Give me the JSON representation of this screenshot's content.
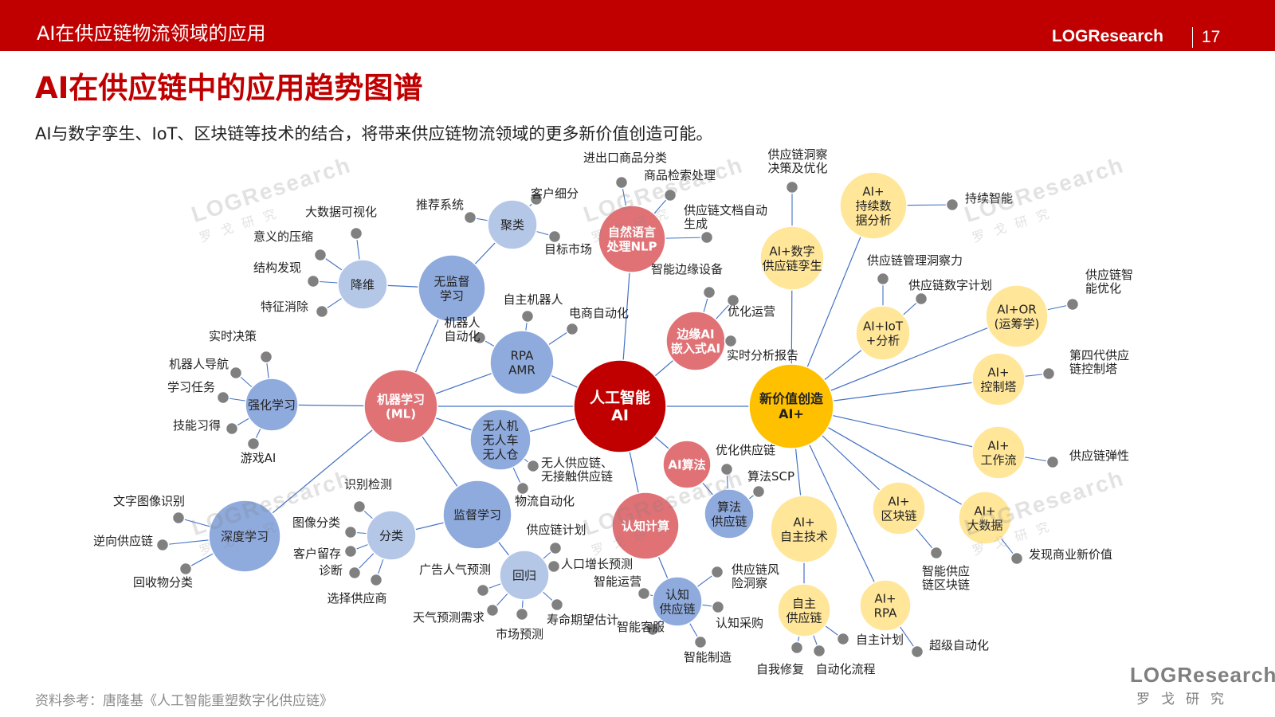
{
  "header": {
    "section_title": "AI在供应链物流领域的应用",
    "brand": "LOGResearch",
    "page_number": "17"
  },
  "title": "AI在供应链中的应用趋势图谱",
  "subtitle": "AI与数字孪生、IoT、区块链等技术的结合，将带来供应链物流领域的更多新价值创造可能。",
  "footer": {
    "source": "资料参考：唐隆基《人工智能重塑数字化供应链》"
  },
  "watermark": {
    "logo_text": "LOGResearch",
    "cn": "罗戈研究"
  },
  "logo": {
    "brand": "LOGResearch",
    "cn": "罗戈研究"
  },
  "colors": {
    "red_bar": "#c00000",
    "hub": "#c00000",
    "gold": "#ffc000",
    "pink": "#e07276",
    "blue": "#8faadc",
    "lightblue": "#b4c7e7",
    "yellow": "#ffe699",
    "gray_dot": "#808080",
    "line": "#4472c4"
  },
  "nodes": [
    {
      "id": "ai",
      "label": "人工智能\nAI",
      "style": "hub"
    },
    {
      "id": "newvalue",
      "label": "新价值创造\nAI+",
      "style": "gold"
    },
    {
      "id": "ml",
      "label": "机器学习\n(ML)",
      "style": "pink"
    },
    {
      "id": "nlp",
      "label": "自然语言\n处理NLP",
      "style": "pink"
    },
    {
      "id": "edge",
      "label": "边缘AI\n嵌入式AI",
      "style": "pink"
    },
    {
      "id": "algo",
      "label": "AI算法",
      "style": "pink"
    },
    {
      "id": "cognitive",
      "label": "认知计算",
      "style": "pink"
    },
    {
      "id": "unsup",
      "label": "无监督\n学习",
      "style": "blue"
    },
    {
      "id": "rpa",
      "label": "RPA\nAMR",
      "style": "blue"
    },
    {
      "id": "rl",
      "label": "强化学习",
      "style": "blue"
    },
    {
      "id": "unmanned",
      "label": "无人机\n无人车\n无人仓",
      "style": "blue"
    },
    {
      "id": "sup",
      "label": "监督学习",
      "style": "blue"
    },
    {
      "id": "dl",
      "label": "深度学习",
      "style": "blue"
    },
    {
      "id": "cogsc",
      "label": "认知\n供应链",
      "style": "blue"
    },
    {
      "id": "algosc",
      "label": "算法\n供应链",
      "style": "blue"
    },
    {
      "id": "cluster",
      "label": "聚类",
      "style": "lightblue"
    },
    {
      "id": "dimred",
      "label": "降维",
      "style": "lightblue"
    },
    {
      "id": "classify",
      "label": "分类",
      "style": "lightblue"
    },
    {
      "id": "regress",
      "label": "回归",
      "style": "lightblue"
    },
    {
      "id": "digtwin",
      "label": "AI+数字\n供应链孪生",
      "style": "yellow"
    },
    {
      "id": "contdata",
      "label": "AI+\n持续数\n据分析",
      "style": "yellow"
    },
    {
      "id": "iot",
      "label": "AI+IoT\n+分析",
      "style": "yellow"
    },
    {
      "id": "or",
      "label": "AI+OR\n(运筹学)",
      "style": "yellow"
    },
    {
      "id": "tower",
      "label": "AI+\n控制塔",
      "style": "yellow"
    },
    {
      "id": "workflow",
      "label": "AI+\n工作流",
      "style": "yellow"
    },
    {
      "id": "bigdata",
      "label": "AI+\n大数据",
      "style": "yellow"
    },
    {
      "id": "chain",
      "label": "AI+\n区块链",
      "style": "yellow"
    },
    {
      "id": "autotech",
      "label": "AI+\n自主技术",
      "style": "yellow"
    },
    {
      "id": "rpa2",
      "label": "AI+\nRPA",
      "style": "yellow"
    },
    {
      "id": "autosc",
      "label": "自主\n供应链",
      "style": "yellow"
    }
  ],
  "edges": [
    [
      "ai",
      "newvalue"
    ],
    [
      "ai",
      "ml"
    ],
    [
      "ai",
      "nlp"
    ],
    [
      "ai",
      "edge"
    ],
    [
      "ai",
      "algo"
    ],
    [
      "ai",
      "cognitive"
    ],
    [
      "ai",
      "rpa"
    ],
    [
      "ai",
      "unmanned"
    ],
    [
      "ml",
      "unsup"
    ],
    [
      "ml",
      "rpa"
    ],
    [
      "ml",
      "rl"
    ],
    [
      "ml",
      "unmanned"
    ],
    [
      "ml",
      "sup"
    ],
    [
      "ml",
      "dl"
    ],
    [
      "unsup",
      "cluster"
    ],
    [
      "unsup",
      "dimred"
    ],
    [
      "sup",
      "classify"
    ],
    [
      "sup",
      "regress"
    ],
    [
      "cognitive",
      "cogsc"
    ],
    [
      "algo",
      "algosc"
    ],
    [
      "newvalue",
      "digtwin"
    ],
    [
      "newvalue",
      "contdata"
    ],
    [
      "newvalue",
      "iot"
    ],
    [
      "newvalue",
      "or"
    ],
    [
      "newvalue",
      "tower"
    ],
    [
      "newvalue",
      "workflow"
    ],
    [
      "newvalue",
      "bigdata"
    ],
    [
      "newvalue",
      "chain"
    ],
    [
      "newvalue",
      "autotech"
    ],
    [
      "newvalue",
      "rpa2"
    ],
    [
      "autotech",
      "autosc"
    ]
  ],
  "leaves": [
    {
      "parent": "cluster",
      "label": "推荐系统"
    },
    {
      "parent": "cluster",
      "label": "客户细分"
    },
    {
      "parent": "cluster",
      "label": "目标市场"
    },
    {
      "parent": "dimred",
      "label": "大数据可视化"
    },
    {
      "parent": "dimred",
      "label": "意义的压缩"
    },
    {
      "parent": "dimred",
      "label": "结构发现"
    },
    {
      "parent": "dimred",
      "label": "特征消除"
    },
    {
      "parent": "rpa",
      "label": "自主机器人"
    },
    {
      "parent": "rpa",
      "label": "电商自动化"
    },
    {
      "parent": "rpa",
      "label": "机器人\n自动化"
    },
    {
      "parent": "rl",
      "label": "实时决策"
    },
    {
      "parent": "rl",
      "label": "机器人导航"
    },
    {
      "parent": "rl",
      "label": "学习任务"
    },
    {
      "parent": "rl",
      "label": "技能习得"
    },
    {
      "parent": "rl",
      "label": "游戏AI"
    },
    {
      "parent": "nlp",
      "label": "进出口商品分类"
    },
    {
      "parent": "nlp",
      "label": "商品检索处理"
    },
    {
      "parent": "nlp",
      "label": "供应链文档自动\n生成"
    },
    {
      "parent": "edge",
      "label": "智能边缘设备"
    },
    {
      "parent": "edge",
      "label": "优化运营"
    },
    {
      "parent": "edge",
      "label": "实时分析报告"
    },
    {
      "parent": "unmanned",
      "label": "无人供应链、\n无接触供应链"
    },
    {
      "parent": "unmanned",
      "label": "物流自动化"
    },
    {
      "parent": "algosc",
      "label": "优化供应链"
    },
    {
      "parent": "algosc",
      "label": "算法SCP"
    },
    {
      "parent": "dl",
      "label": "文字图像识别"
    },
    {
      "parent": "dl",
      "label": "逆向供应链"
    },
    {
      "parent": "dl",
      "label": "回收物分类"
    },
    {
      "parent": "classify",
      "label": "识别检测"
    },
    {
      "parent": "classify",
      "label": "图像分类"
    },
    {
      "parent": "classify",
      "label": "客户留存"
    },
    {
      "parent": "classify",
      "label": "诊断"
    },
    {
      "parent": "classify",
      "label": "选择供应商"
    },
    {
      "parent": "regress",
      "label": "供应链计划"
    },
    {
      "parent": "regress",
      "label": "人口增长预测"
    },
    {
      "parent": "regress",
      "label": "广告人气预测"
    },
    {
      "parent": "regress",
      "label": "天气预测需求"
    },
    {
      "parent": "regress",
      "label": "市场预测"
    },
    {
      "parent": "regress",
      "label": "寿命期望估计"
    },
    {
      "parent": "cogsc",
      "label": "供应链风\n险洞察"
    },
    {
      "parent": "cogsc",
      "label": "智能运营"
    },
    {
      "parent": "cogsc",
      "label": "认知采购"
    },
    {
      "parent": "cogsc",
      "label": "智能客服"
    },
    {
      "parent": "cogsc",
      "label": "智能制造"
    },
    {
      "parent": "digtwin",
      "label": "供应链洞察\n决策及优化"
    },
    {
      "parent": "contdata",
      "label": "持续智能"
    },
    {
      "parent": "iot",
      "label": "供应链管理洞察力"
    },
    {
      "parent": "iot",
      "label": "供应链数字计划"
    },
    {
      "parent": "or",
      "label": "供应链智\n能优化"
    },
    {
      "parent": "tower",
      "label": "第四代供应\n链控制塔"
    },
    {
      "parent": "workflow",
      "label": "供应链弹性"
    },
    {
      "parent": "bigdata",
      "label": "发现商业新价值"
    },
    {
      "parent": "chain",
      "label": "智能供应\n链区块链"
    },
    {
      "parent": "rpa2",
      "label": "超级自动化"
    },
    {
      "parent": "autosc",
      "label": "自我修复"
    },
    {
      "parent": "autosc",
      "label": "自动化流程"
    },
    {
      "parent": "autosc",
      "label": "自主计划"
    }
  ]
}
